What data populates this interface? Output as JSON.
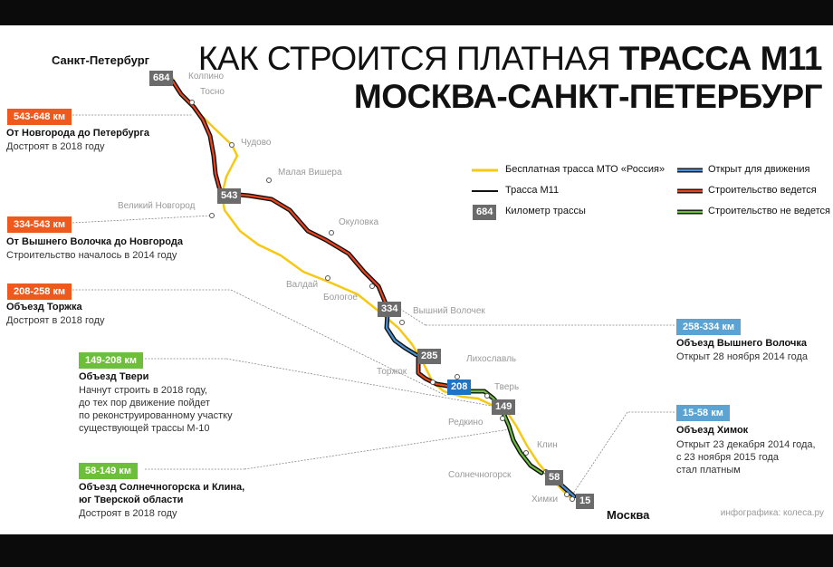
{
  "title": {
    "line1_regular": "КАК СТРОИТСЯ ПЛАТНАЯ",
    "line1_bold": "ТРАССА М11",
    "line2": "МОСКВА-САНКТ-ПЕТЕРБУРГ"
  },
  "cities": {
    "spb": "Санкт-Петербург",
    "moscow": "Москва"
  },
  "towns": {
    "kolpino": "Колпино",
    "tosno": "Тосно",
    "chudovo": "Чудово",
    "malaya_vishera": "Малая Вишера",
    "novgorod": "Великий Новгород",
    "okulovka": "Окуловка",
    "valday": "Валдай",
    "bologoe": "Бологое",
    "vyshny_volochek": "Вышний Волочек",
    "likhoslavl": "Лихославль",
    "torzhok": "Торжок",
    "tver": "Тверь",
    "redkino": "Редкино",
    "klin": "Клин",
    "solnechnogorsk": "Солнечногорск",
    "khimki": "Химки"
  },
  "km_markers": [
    "684",
    "543",
    "334",
    "285",
    "208",
    "149",
    "58",
    "15"
  ],
  "legend": {
    "free_road": "Бесплатная трасса МТО «Россия»",
    "m11": "Трасса М11",
    "km": "Километр трассы",
    "km_sample": "684",
    "open": "Открыт для движения",
    "construction": "Строительство ведется",
    "not_constructed": "Строительство не ведется"
  },
  "annotations": {
    "a1": {
      "tag": "543-648 км",
      "title": "От Новгорода до Петербурга",
      "lines": [
        "Достроят в 2018 году"
      ]
    },
    "a2": {
      "tag": "334-543 км",
      "title": "От Вышнего Волочка до Новгорода",
      "lines": [
        "Строительство началось в 2014 году"
      ]
    },
    "a3": {
      "tag": "208-258 км",
      "title": "Объезд Торжка",
      "lines": [
        "Достроят в 2018 году"
      ]
    },
    "a4": {
      "tag": "149-208 км",
      "title": "Объезд Твери",
      "lines": [
        "Начнут строить в 2018 году,",
        "до тех пор движение пойдет",
        "по реконструированному участку",
        "существующей трассы М-10"
      ]
    },
    "a5": {
      "tag": "58-149 км",
      "title": "Объезд Солнечногорска и Клина,",
      "title2": "юг Тверской области",
      "lines": [
        "Достроят в 2018 году"
      ]
    },
    "a6": {
      "tag": "258-334 км",
      "title": "Объезд Вышнего Волочка",
      "lines": [
        "Открыт 28 ноября 2014 года"
      ]
    },
    "a7": {
      "tag": "15-58 км",
      "title": "Объезд Химок",
      "lines": [
        "Открыт 23 декабря 2014 года,",
        "с 23 ноября 2015 года",
        "стал платным"
      ]
    }
  },
  "credit": "инфографика: колеса.ру",
  "colors": {
    "free_road": "#f6c913",
    "m11": "#111111",
    "construction": "#e8431c",
    "open": "#4a90d2",
    "not_constructed": "#6cbf38",
    "km_box": "#6b6b6b"
  }
}
